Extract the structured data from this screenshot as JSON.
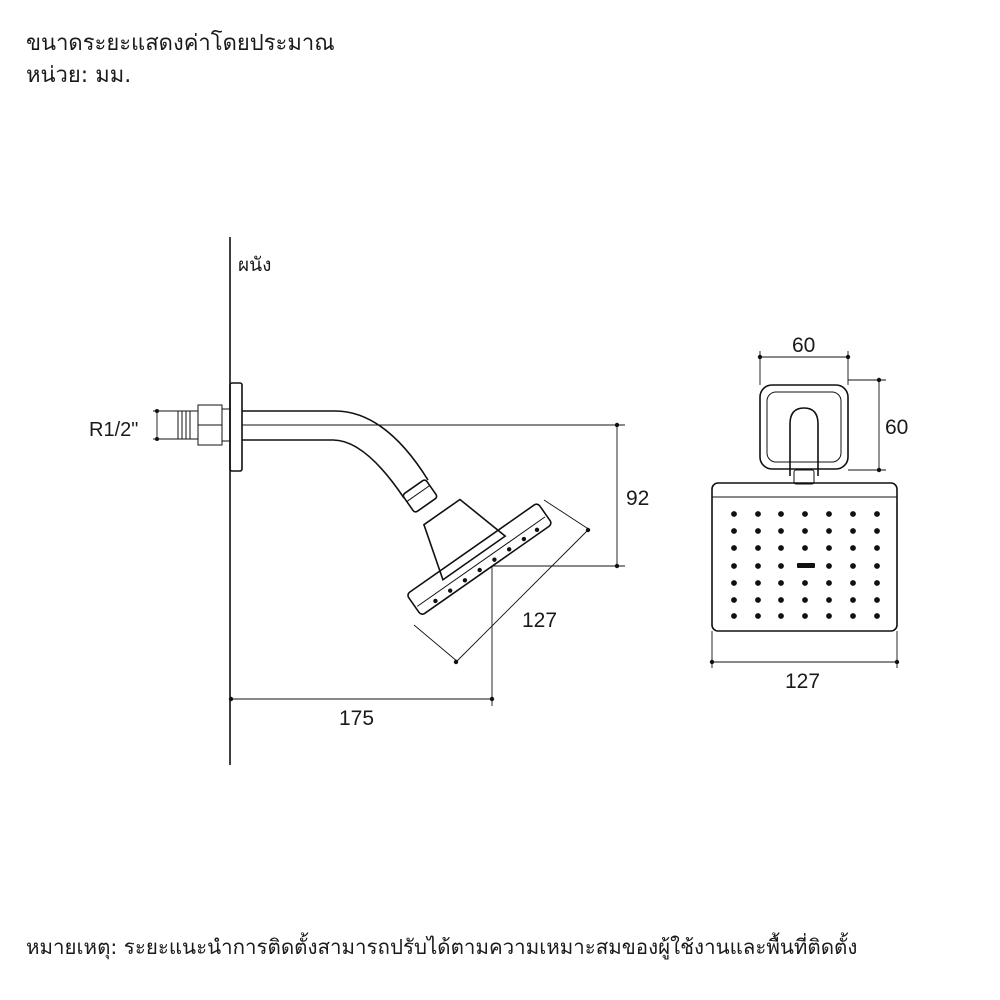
{
  "header": {
    "line1": "ขนาดระยะแสดงค่าโดยประมาณ",
    "line2": "หน่วย: มม."
  },
  "diagram": {
    "wall_label": "ผนัง",
    "thread_label": "R1/2\"",
    "side_view": {
      "dim_height": "92",
      "dim_head": "127",
      "dim_reach": "175"
    },
    "front_view": {
      "dim_plate_width": "60",
      "dim_plate_height": "60",
      "dim_head_width": "127"
    }
  },
  "footer": {
    "note": "หมายเหตุ: ระยะแนะนำการติดตั้งสามารถปรับได้ตามความเหมาะสมของผู้ใช้งานและพื้นที่ติดตั้ง"
  }
}
